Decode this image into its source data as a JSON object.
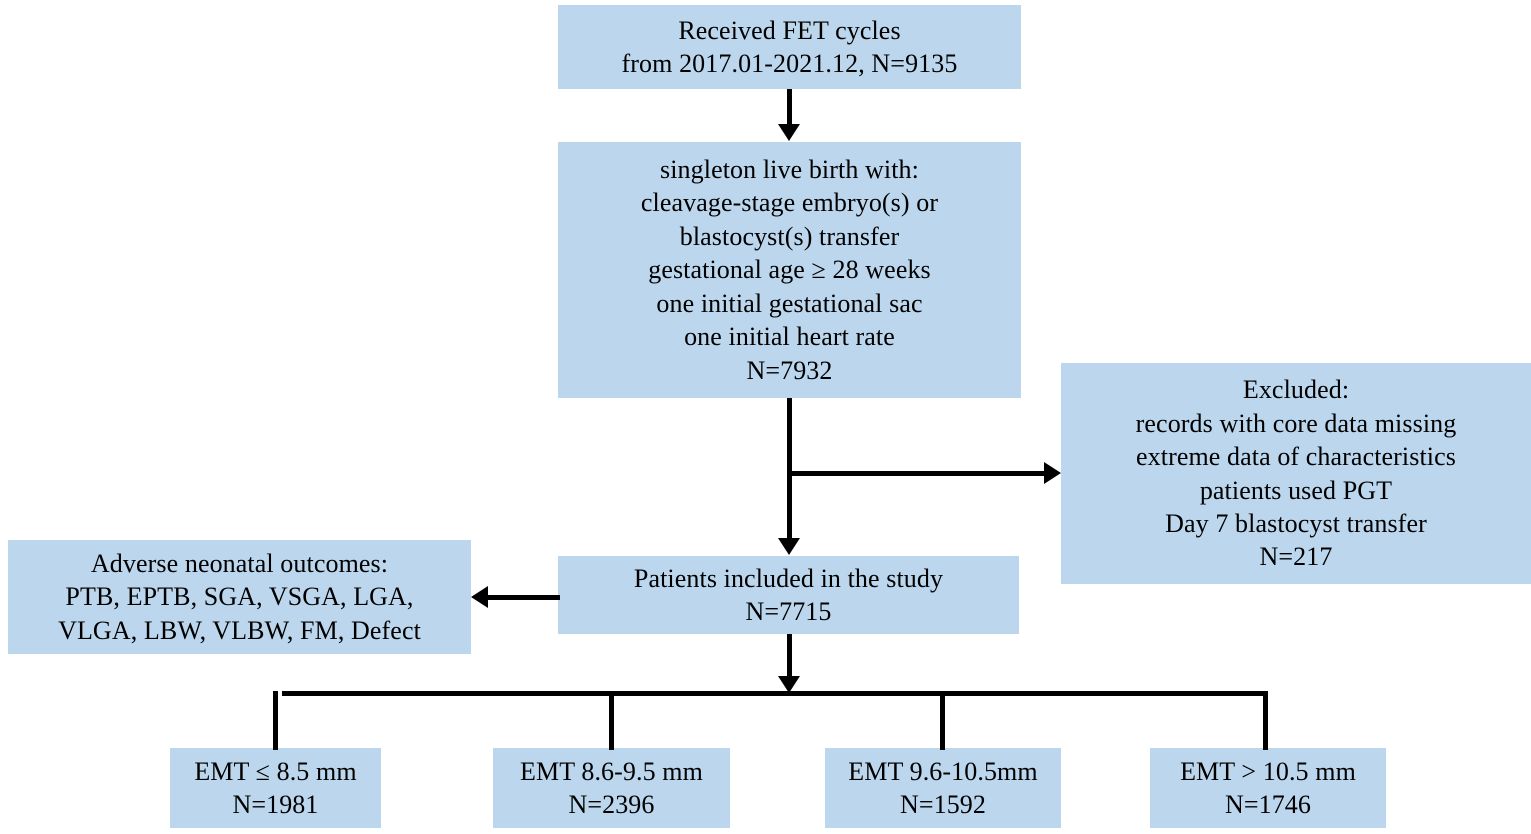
{
  "diagram": {
    "title": "FET cycles study flowchart",
    "box_fill_color": "#bcd7ed",
    "connector_color": "#000000",
    "nodes": {
      "received": {
        "text": "Received FET cycles\nfrom 2017.01-2021.12, N=9135"
      },
      "eligibility": {
        "text": "singleton live birth with:\ncleavage-stage embryo(s) or\nblastocyst(s) transfer\ngestational age ≥ 28 weeks\none initial gestational sac\none initial heart rate\nN=7932"
      },
      "excluded": {
        "text": "Excluded:\nrecords with core data missing\nextreme data of characteristics\npatients used PGT\nDay 7 blastocyst transfer\nN=217"
      },
      "outcomes": {
        "text": "Adverse neonatal outcomes:\nPTB, EPTB, SGA, VSGA, LGA,\nVLGA, LBW, VLBW, FM, Defect"
      },
      "included": {
        "text": "Patients included in the study\nN=7715"
      },
      "emt_1": {
        "text": "EMT ≤ 8.5 mm\nN=1981"
      },
      "emt_2": {
        "text": "EMT 8.6-9.5 mm\nN=2396"
      },
      "emt_3": {
        "text": "EMT 9.6-10.5mm\nN=1592"
      },
      "emt_4": {
        "text": "EMT > 10.5 mm\nN=1746"
      }
    }
  }
}
